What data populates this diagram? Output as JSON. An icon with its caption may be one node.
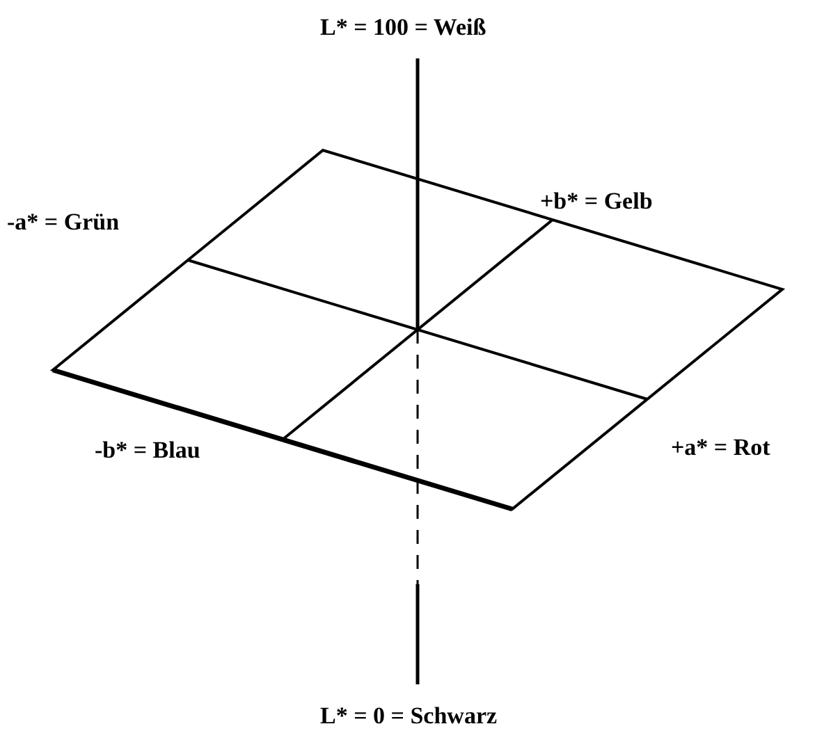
{
  "diagram": {
    "labels": [
      "L* = 100 = Weiß",
      "-a* = Grün",
      "+b* = Gelb",
      "-b* = Blau",
      "+a* = Rot",
      "L* = 0 = Schwarz"
    ]
  }
}
